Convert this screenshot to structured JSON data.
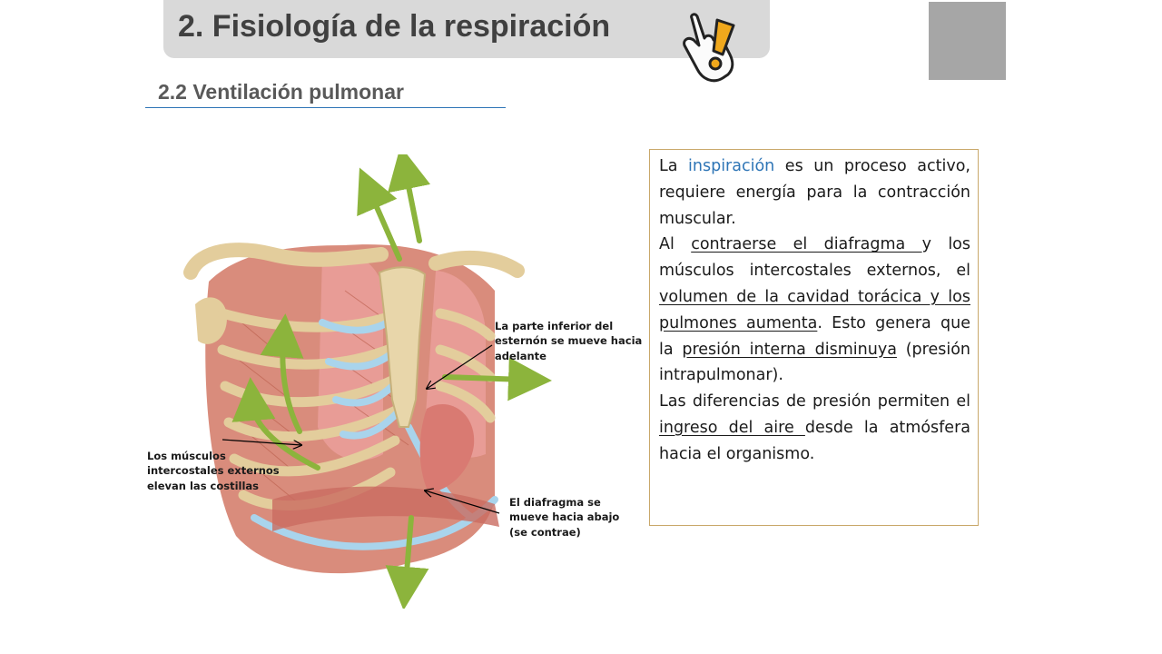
{
  "header": {
    "title": "2. Fisiología de la respiración",
    "subtitle": "2.2 Ventilación pulmonar"
  },
  "figure": {
    "labels": {
      "sternum": "La parte inferior del esternón se mueve hacia adelante",
      "intercostal": "Los músculos intercostales externos elevan las costillas",
      "diaphragm": "El diafragma se mueve hacia abajo (se contrae)"
    }
  },
  "textbox": {
    "p1": [
      "La ",
      "inspiración",
      " es un proceso activo, requiere energía para la contracción muscular."
    ],
    "p2": [
      "Al ",
      "contraerse el diafragma ",
      "y los músculos intercostales externos, el ",
      "volumen de la cavidad torácica y los pulmones aumenta",
      ". Esto genera que la ",
      "presión interna disminuya",
      " (presión intrapulmonar)."
    ],
    "p3": [
      "Las diferencias de presión permiten el ",
      "ingreso del aire ",
      "desde la atmósfera hacia el organismo."
    ]
  },
  "colors": {
    "accent_blue": "#2e75b6",
    "title_bar": "#d9d9d9",
    "arrow_green": "#8cb43c",
    "box_border": "#c9a86a"
  }
}
